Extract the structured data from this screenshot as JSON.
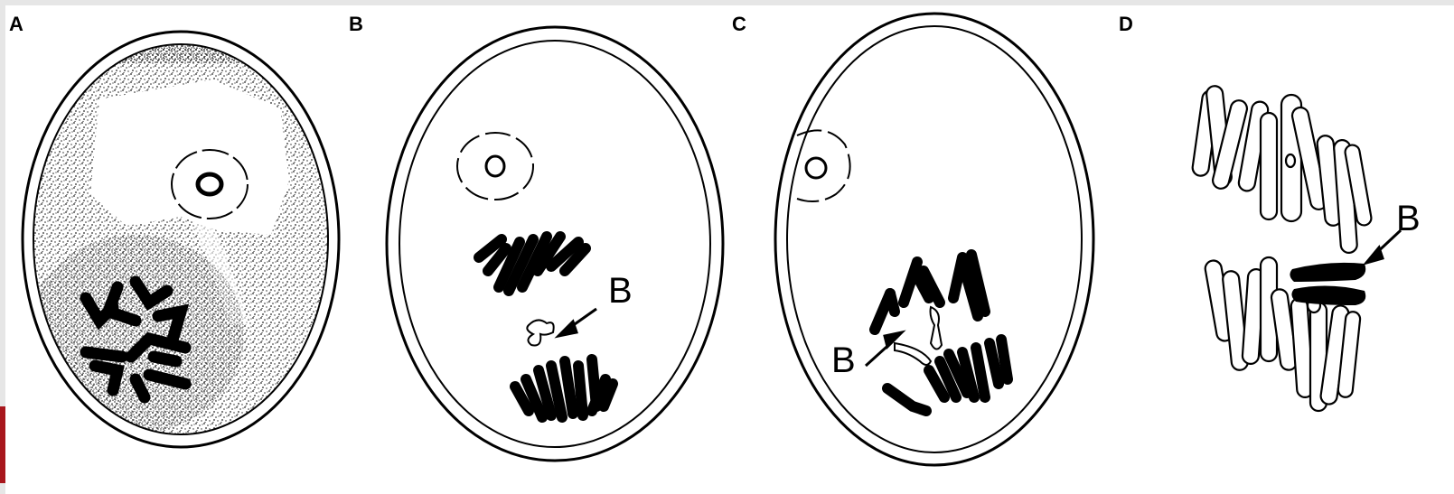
{
  "panels": [
    {
      "letter": "A"
    },
    {
      "letter": "B",
      "marker_label": "B"
    },
    {
      "letter": "C",
      "marker_label": "B"
    },
    {
      "letter": "D",
      "marker_label": "B"
    }
  ],
  "colors": {
    "chromosome": "#000000",
    "background": "#ffffff",
    "frame": "#e6e6e6",
    "accent_bar": "#a8161c"
  }
}
